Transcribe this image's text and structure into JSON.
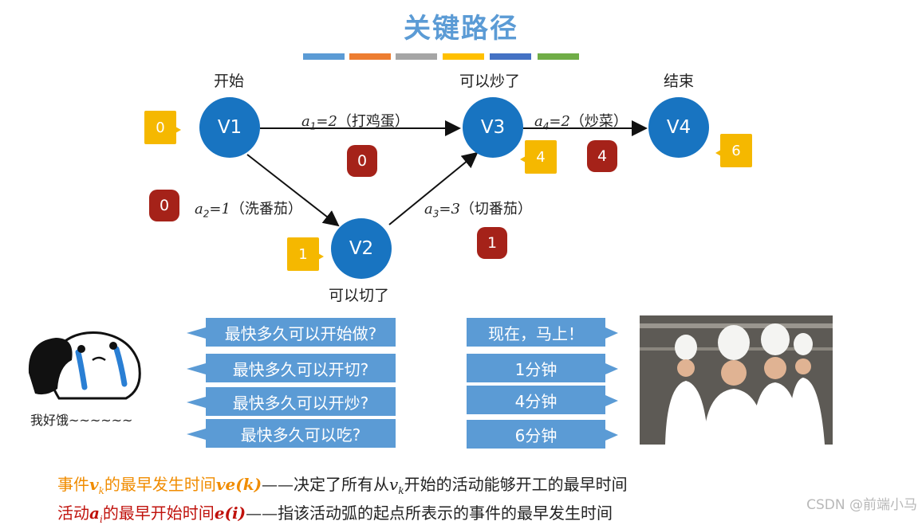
{
  "title": "关键路径",
  "palette": [
    "#5b9bd5",
    "#ed7d31",
    "#a5a5a5",
    "#ffc000",
    "#4472c4",
    "#70ad47"
  ],
  "nodes": {
    "v1": {
      "label": "V1",
      "caption": "开始",
      "early": "0"
    },
    "v2": {
      "label": "V2",
      "caption": "可以切了",
      "early": "1"
    },
    "v3": {
      "label": "V3",
      "caption": "可以炒了",
      "early": "4"
    },
    "v4": {
      "label": "V4",
      "caption": "结束",
      "early": "6"
    }
  },
  "edges": {
    "a1": {
      "name": "a",
      "sub": "1",
      "value": "=2",
      "task": "（打鸡蛋）",
      "early": "0"
    },
    "a2": {
      "name": "a",
      "sub": "2",
      "value": "=1",
      "task": "（洗番茄）",
      "early": "0"
    },
    "a3": {
      "name": "a",
      "sub": "3",
      "value": "=3",
      "task": "（切番茄）",
      "early": "1"
    },
    "a4": {
      "name": "a",
      "sub": "4",
      "value": "=2",
      "task": "（炒菜）",
      "early": "4"
    }
  },
  "questions": [
    "最快多久可以开始做?",
    "最快多久可以开切?",
    "最快多久可以开炒?",
    "最快多久可以吃?"
  ],
  "answers": [
    "现在，马上！",
    "1分钟",
    "4分钟",
    "6分钟"
  ],
  "sticker_text": "我好饿~~~~~~",
  "definitions": {
    "line1": {
      "term_a": "事件",
      "var": "v",
      "var_sub": "k",
      "term_b": "的最早发生时间",
      "func": "ve(k)",
      "rest_a": "——决定了所有从",
      "rest_var": "v",
      "rest_sub": "k",
      "rest_b": "开始的活动能够开工的最早时间"
    },
    "line2": {
      "term_a": "活动",
      "var": "a",
      "var_sub": "i",
      "term_b": "的最早开始时间",
      "func": "e(i)",
      "rest": "——指该活动弧的起点所表示的事件的最早发生时间"
    }
  },
  "watermark": "CSDN @前端小马"
}
